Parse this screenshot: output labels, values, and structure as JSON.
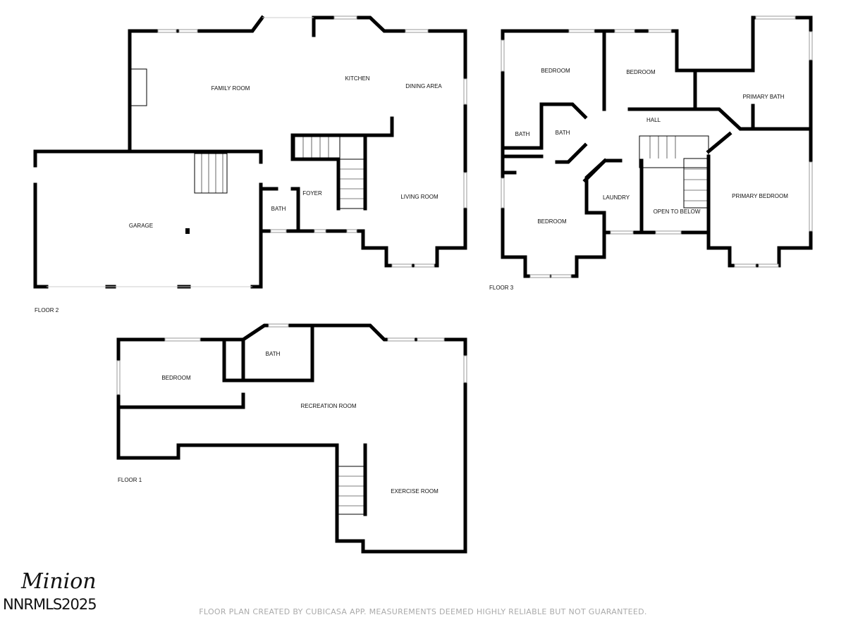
{
  "floors": {
    "floor2": {
      "label": "FLOOR 2",
      "rooms": {
        "family_room": "FAMILY ROOM",
        "kitchen": "KITCHEN",
        "dining_area": "DINING AREA",
        "garage": "GARAGE",
        "bath": "BATH",
        "foyer": "FOYER",
        "living_room": "LIVING ROOM"
      }
    },
    "floor3": {
      "label": "FLOOR 3",
      "rooms": {
        "bedroom_1": "BEDROOM",
        "bedroom_2": "BEDROOM",
        "primary_bath": "PRIMARY BATH",
        "hall": "HALL",
        "bath_1": "BATH",
        "bath_2": "BATH",
        "bedroom_3": "BEDROOM",
        "laundry": "LAUNDRY",
        "open_to_below": "OPEN TO BELOW",
        "primary_bedroom": "PRIMARY BEDROOM"
      }
    },
    "floor1": {
      "label": "FLOOR 1",
      "rooms": {
        "bedroom": "BEDROOM",
        "bath": "BATH",
        "recreation_room": "RECREATION ROOM",
        "exercise_room": "EXERCISE ROOM"
      }
    }
  },
  "branding": {
    "logo": "Minion",
    "watermark": "NNRMLS2025"
  },
  "footer": "FLOOR PLAN CREATED BY CUBICASA APP. MEASUREMENTS DEEMED HIGHLY RELIABLE BUT NOT GUARANTEED."
}
